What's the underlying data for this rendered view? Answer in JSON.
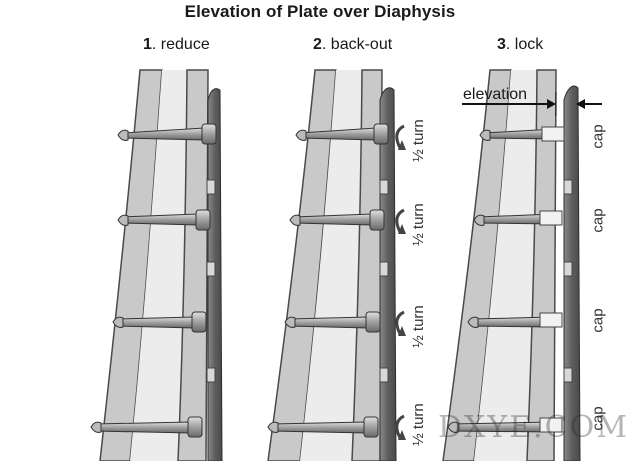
{
  "title": "Elevation of Plate over Diaphysis",
  "steps": [
    {
      "number": "1",
      "label": ". reduce"
    },
    {
      "number": "2",
      "label": ". back-out"
    },
    {
      "number": "3",
      "label": ". lock"
    }
  ],
  "backout_annotation": "½ turn",
  "lock_annotation": "cap",
  "elevation_label": "elevation",
  "watermark": "DXYE.COM",
  "colors": {
    "bone": "#c9c9c9",
    "bone_edge": "#4a4a4a",
    "marrow": "#e6e6e6",
    "plate": "#6e6e6e",
    "screw": "#9a9a9a"
  }
}
